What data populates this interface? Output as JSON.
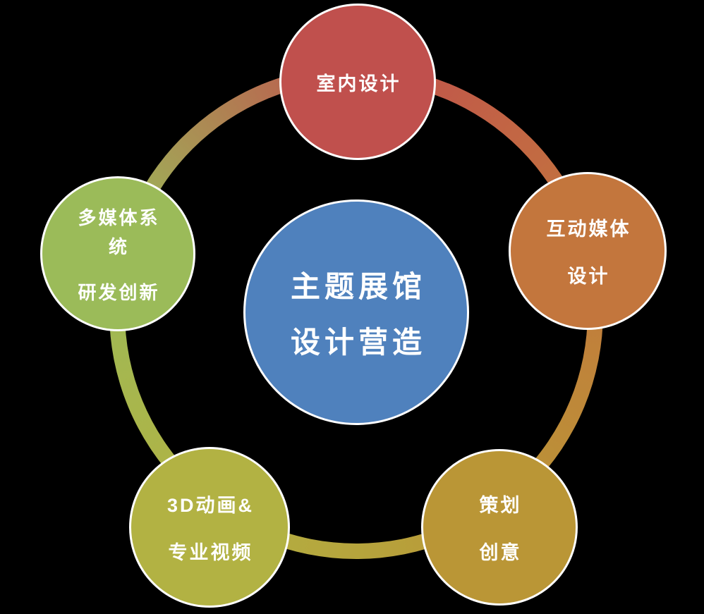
{
  "background_color": "#000000",
  "diagram": {
    "center": {
      "lines": [
        "主题展馆",
        "设计营造"
      ],
      "color": "#4F81BD"
    },
    "nodes": [
      {
        "position": "top",
        "lines": [
          "室内设计"
        ],
        "color": "#C0504D"
      },
      {
        "position": "upper-right",
        "lines": [
          "互动媒体",
          "设计"
        ],
        "color": "#C3763D"
      },
      {
        "position": "lower-right",
        "lines": [
          "策划",
          "创意"
        ],
        "color": "#BA9636"
      },
      {
        "position": "lower-left",
        "lines": [
          "3D动画&",
          "专业视频"
        ],
        "color": "#B2B243"
      },
      {
        "position": "upper-left",
        "lines": [
          "多媒体系",
          "统",
          "研发创新"
        ],
        "color": "#9BBB59"
      }
    ],
    "ring_colors": [
      "#C0504D",
      "#C3763D",
      "#BA9636",
      "#B2B243",
      "#9BBB59"
    ]
  }
}
